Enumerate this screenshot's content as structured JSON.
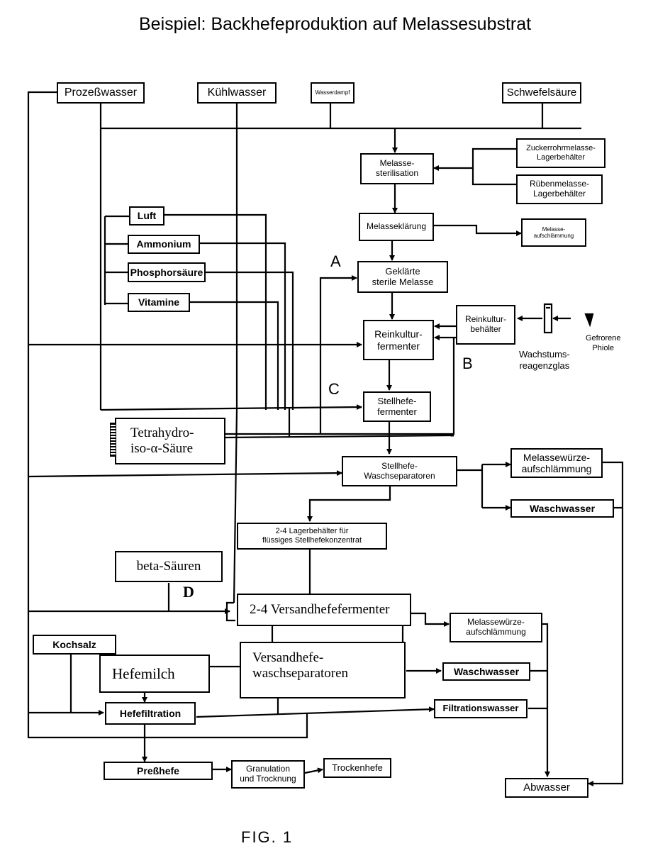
{
  "title": "Beispiel: Backhefeproduktion auf Melassesubstrat",
  "figure_label": "FIG. 1",
  "markers": {
    "a": "A",
    "b": "B",
    "c": "C",
    "d": "D"
  },
  "inputs": {
    "prozesswasser": "Prozeßwasser",
    "kuehlwasser": "Kühlwasser",
    "wasserdampf": "Wasserdampf",
    "schwefelsaeure": "Schwefelsäure",
    "luft": "Luft",
    "ammonium": "Ammonium",
    "phosphorsaeure": "Phosphorsäure",
    "vitamine": "Vitamine",
    "tetrahydro_line1": "Tetrahydro-",
    "tetrahydro_line2": "iso-α-Säure",
    "beta_saeuren": "beta-Säuren",
    "kochsalz": "Kochsalz"
  },
  "storage": {
    "zuckerrohr_line1": "Zuckerrohrmelasse-",
    "zuckerrohr_line2": "Lagerbehälter",
    "rueben_line1": "Rübenmelasse-",
    "rueben_line2": "Lagerbehälter"
  },
  "process": {
    "sterilisation_line1": "Melasse-",
    "sterilisation_line2": "sterilisation",
    "klaerung": "Melasseklärung",
    "aufschlaemmung_top_line1": "Melasse-",
    "aufschlaemmung_top_line2": "aufschlämmung",
    "geklaerte_line1": "Geklärte",
    "geklaerte_line2": "sterile Melasse",
    "reinkultur_line1": "Reinkultur-",
    "reinkultur_line2": "fermenter",
    "reinkulturbehaelter_line1": "Reinkultur-",
    "reinkulturbehaelter_line2": "behälter",
    "reagenzglas_line1": "Wachstums-",
    "reagenzglas_line2": "reagenzglas",
    "phiole_line1": "Gefrorene",
    "phiole_line2": "Phiole",
    "stellhefe_line1": "Stellhefe-",
    "stellhefe_line2": "fermenter",
    "stellhefe_wasch_line1": "Stellhefe-",
    "stellhefe_wasch_line2": "Waschseparatoren",
    "wuerze1_line1": "Melassewürze-",
    "wuerze1_line2": "aufschlämmung",
    "waschwasser1": "Waschwasser",
    "lager_line1": "2-4 Lagerbehälter für",
    "lager_line2": "flüssiges Stellhefekonzentrat",
    "versand_ferm": "2-4 Versandhefefermenter",
    "wuerze2_line1": "Melassewürze-",
    "wuerze2_line2": "aufschlämmung",
    "versand_wasch_line1": "Versandhefe-",
    "versand_wasch_line2": "waschseparatoren",
    "hefemilch": "Hefemilch",
    "waschwasser2": "Waschwasser",
    "hefefiltration": "Hefefiltration",
    "filtrationswasser": "Filtrationswasser",
    "presshefe": "Preßhefe",
    "granulation_line1": "Granulation",
    "granulation_line2": "und Trocknung",
    "trockenhefe": "Trockenhefe",
    "abwasser": "Abwasser"
  }
}
